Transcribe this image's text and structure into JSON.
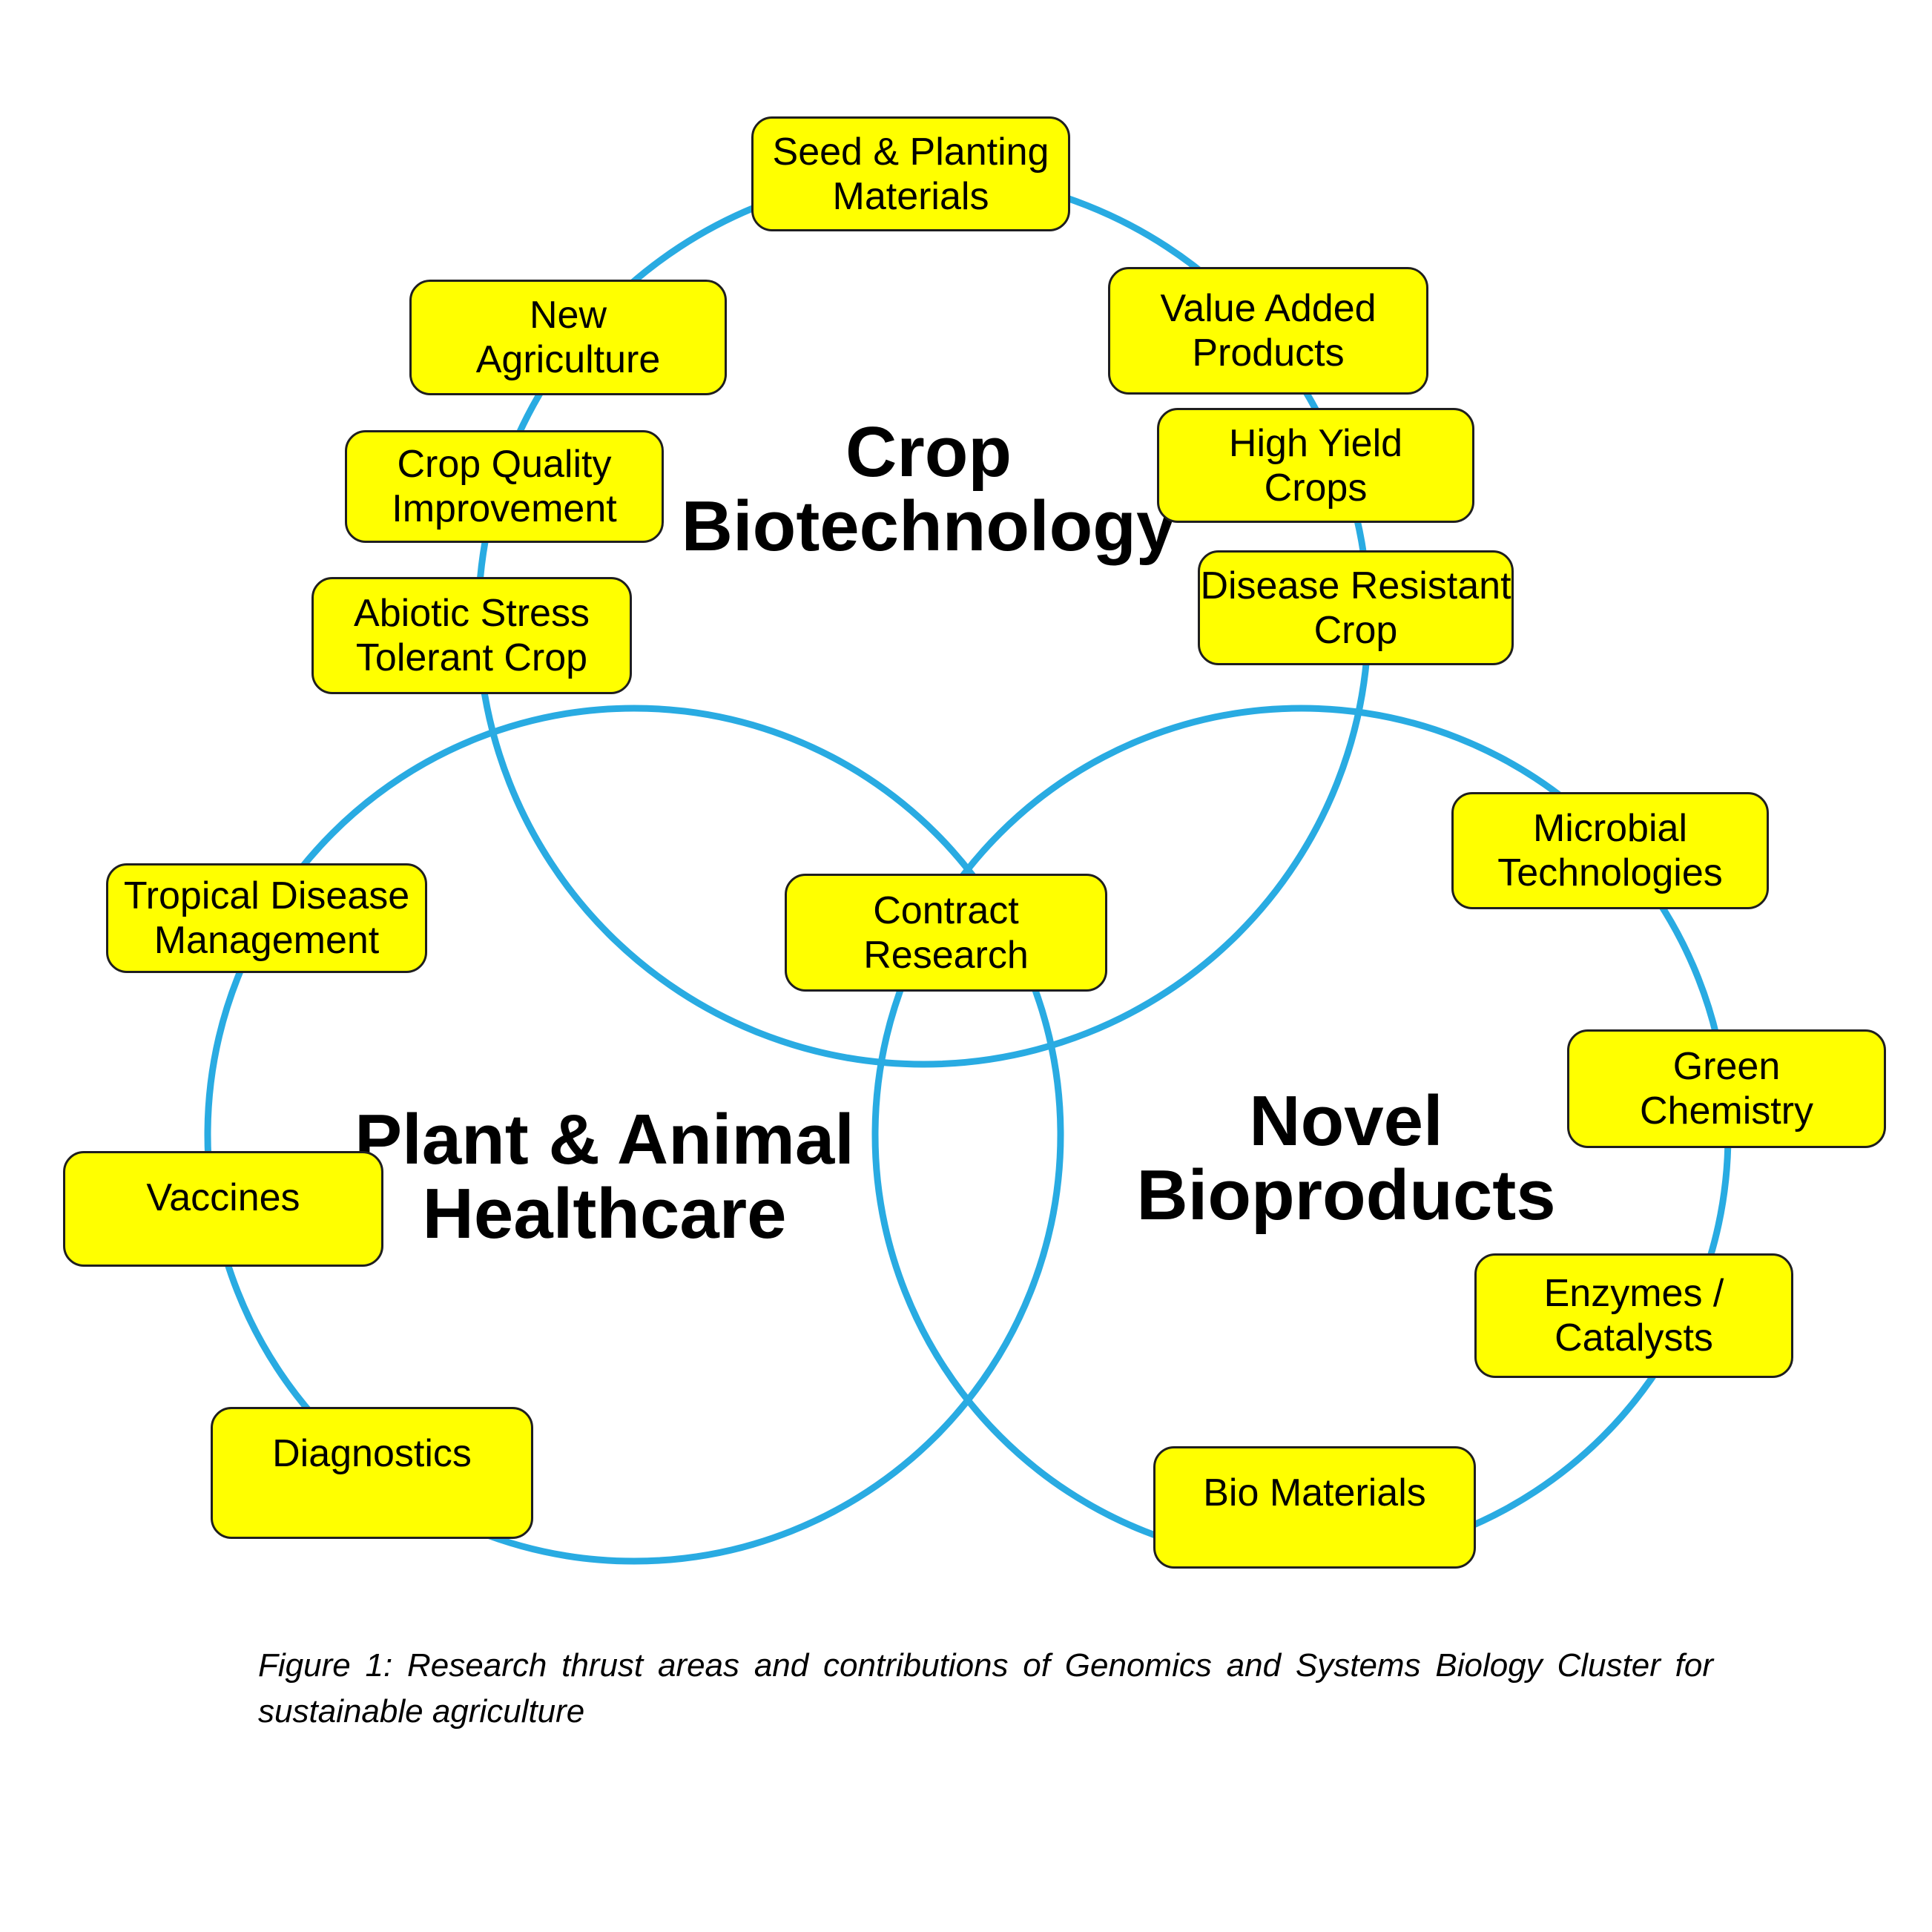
{
  "colors": {
    "node_fill": "#FFFF00",
    "node_border": "#1F1F1F",
    "circle_stroke": "#29ABE2",
    "text": "#000000",
    "background": "#FFFFFF"
  },
  "clusters": [
    {
      "id": "crop-biotechnology",
      "title": "Crop\nBiotechnology"
    },
    {
      "id": "plant-animal-healthcare",
      "title": "Plant & Animal\nHealthcare"
    },
    {
      "id": "novel-bioproducts",
      "title": "Novel\nBioproducts"
    }
  ],
  "nodes": [
    {
      "id": "seed-planting-materials",
      "label": "Seed & Planting\nMaterials"
    },
    {
      "id": "new-agriculture",
      "label": "New\nAgriculture"
    },
    {
      "id": "value-added-products",
      "label": "Value Added\nProducts"
    },
    {
      "id": "crop-quality-improvement",
      "label": "Crop Quality\nImprovement"
    },
    {
      "id": "high-yield-crops",
      "label": "High Yield\nCrops"
    },
    {
      "id": "abiotic-stress-tolerant-crop",
      "label": "Abiotic Stress\nTolerant Crop"
    },
    {
      "id": "disease-resistant-crop",
      "label": "Disease Resistant\nCrop"
    },
    {
      "id": "tropical-disease-management",
      "label": "Tropical Disease\nManagement"
    },
    {
      "id": "contract-research",
      "label": "Contract\nResearch"
    },
    {
      "id": "microbial-technologies",
      "label": "Microbial\nTechnologies"
    },
    {
      "id": "green-chemistry",
      "label": "Green\nChemistry"
    },
    {
      "id": "vaccines",
      "label": "Vaccines"
    },
    {
      "id": "enzymes-catalysts",
      "label": "Enzymes /\nCatalysts"
    },
    {
      "id": "diagnostics",
      "label": "Diagnostics"
    },
    {
      "id": "bio-materials",
      "label": "Bio Materials"
    }
  ],
  "caption": {
    "line1": "Figure 1: Research thrust areas and contributions of Genomics and Systems Biology Cluster for",
    "line2": "sustainable agriculture"
  }
}
